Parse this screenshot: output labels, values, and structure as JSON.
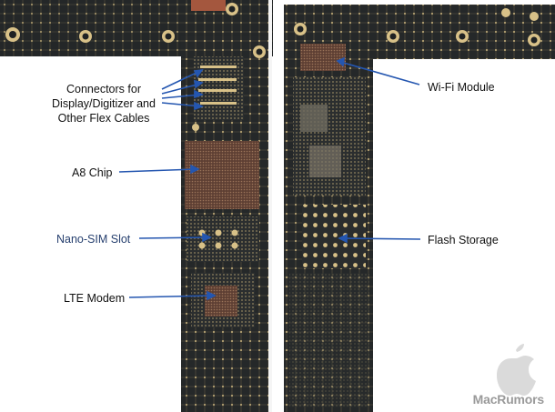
{
  "image": {
    "description_labels": {
      "connectors": [
        "Connectors for",
        "Display/Digitizer and",
        "Other Flex Cables"
      ],
      "a8": "A8 Chip",
      "nanosim": "Nano-SIM Slot",
      "lte": "LTE Modem",
      "wifi": "Wi-Fi Module",
      "flash": "Flash Storage"
    },
    "watermark": "MacRumors",
    "colors": {
      "board": "#262a2c",
      "board_edge": "#1b1e1f",
      "trace": "#c9b27a",
      "chip": "#6b4c3a",
      "arrow": "#2456b0"
    }
  }
}
